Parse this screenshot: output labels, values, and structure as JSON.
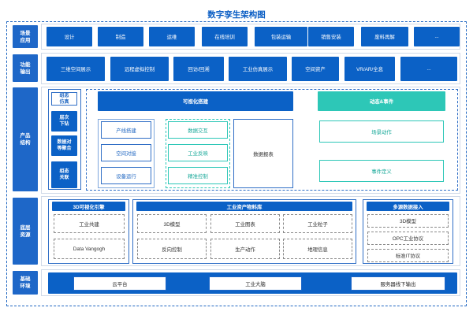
{
  "title": "数字孪生架构图",
  "rows": {
    "scene": {
      "label": "场景\n应用",
      "items": [
        "设计",
        "制造",
        "运维",
        "在线培训",
        "包装运输",
        "销售安装",
        "废料再解",
        "..."
      ]
    },
    "func": {
      "label": "功能\n输出",
      "items": [
        "三维空间展示",
        "远程虚拟控制",
        "回访/回溯",
        "工业仿真展示",
        "空间资产",
        "VR/AR/全息",
        "..."
      ]
    },
    "product": {
      "label": "产品\n结构",
      "left": [
        "组态\n仿真",
        "层次\n下钻",
        "数据对\n等聚合",
        "组态\n关联"
      ],
      "vis_title": "可视化搭建",
      "vis_left": [
        "产线搭建",
        "空间对接",
        "设备运行"
      ],
      "vis_mid": [
        "数据交互",
        "工业反映",
        "精准控制"
      ],
      "vis_right": "数据报表",
      "event_title": "动态&事件",
      "event_items": [
        "场景动作",
        "事件定义"
      ]
    },
    "base": {
      "label": "底层\n资源",
      "engine_title": "3D可视化引擎",
      "engine_items": [
        "工业共建",
        "Data Vangogh"
      ],
      "asset_title": "工业资产物料库",
      "asset_items": [
        "3D模型",
        "工业图表",
        "工业粒子",
        "反向控制",
        "生产动作",
        "地理信息"
      ],
      "multi_title": "多源数据接入",
      "multi_items": [
        "3D模型",
        "OPC工业协议",
        "标准IT协议"
      ]
    },
    "env": {
      "label": "基础\n环境",
      "items": [
        "云平台",
        "工业大脑",
        "服务器线下输出"
      ]
    }
  }
}
